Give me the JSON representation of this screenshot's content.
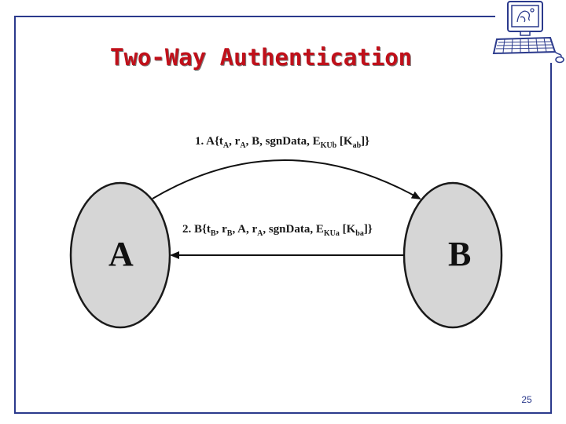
{
  "slide": {
    "title": "Two-Way Authentication",
    "page_number": "25"
  },
  "diagram": {
    "nodes": [
      {
        "id": "A",
        "label": "A"
      },
      {
        "id": "B",
        "label": "B"
      }
    ],
    "messages": [
      {
        "number": "1.",
        "direction": "A-to-B",
        "parts": [
          {
            "t": "1. A{t"
          },
          {
            "s": "A"
          },
          {
            "t": ", r"
          },
          {
            "s": "A"
          },
          {
            "t": ", B, sgnData, E"
          },
          {
            "s": "KUb"
          },
          {
            "t": " [K"
          },
          {
            "s": "ab"
          },
          {
            "t": "]}"
          }
        ]
      },
      {
        "number": "2.",
        "direction": "B-to-A",
        "parts": [
          {
            "t": "2. B{t"
          },
          {
            "s": "B"
          },
          {
            "t": ", r"
          },
          {
            "s": "B"
          },
          {
            "t": ", A, r"
          },
          {
            "s": "A"
          },
          {
            "t": ", sgnData, E"
          },
          {
            "s": "KUa"
          },
          {
            "t": " [K"
          },
          {
            "s": "ba"
          },
          {
            "t": "]}"
          }
        ]
      }
    ],
    "colors": {
      "node_fill": "#d6d6d6",
      "node_stroke": "#1a1a1a",
      "title": "#c0101a",
      "frame": "#2b3a8c"
    }
  },
  "icons": {
    "corner_graphic": "computer-icon"
  }
}
